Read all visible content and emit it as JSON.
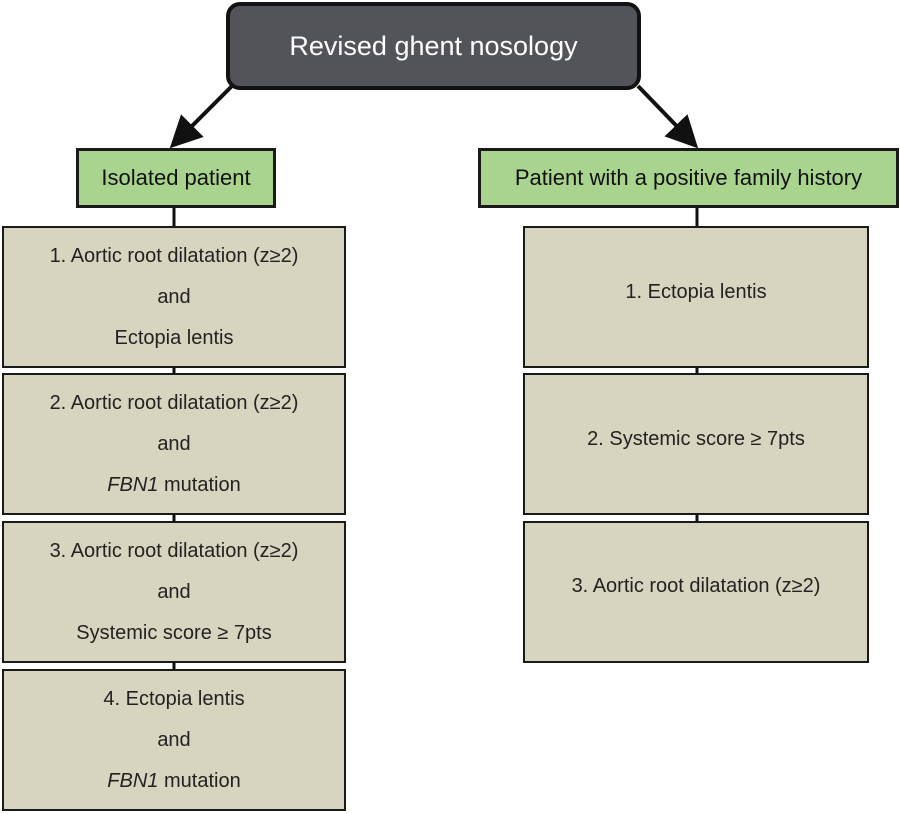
{
  "root": {
    "title": "Revised ghent nosology"
  },
  "branches": [
    {
      "label": "Isolated patient",
      "criteria": [
        {
          "lines": [
            "1. Aortic root dilatation (z≥2)",
            "and",
            "Ectopia lentis"
          ]
        },
        {
          "lines": [
            "2. Aortic root dilatation (z≥2)",
            "and",
            "mutation"
          ],
          "gene": "FBN1"
        },
        {
          "lines": [
            "3. Aortic root dilatation (z≥2)",
            "and",
            "Systemic score ≥ 7pts"
          ]
        },
        {
          "lines": [
            "4. Ectopia lentis",
            "and",
            "mutation"
          ],
          "gene": "FBN1"
        }
      ]
    },
    {
      "label": "Patient with a positive family history",
      "criteria": [
        {
          "lines": [
            "1. Ectopia lentis"
          ]
        },
        {
          "lines": [
            "2. Systemic score ≥ 7pts"
          ]
        },
        {
          "lines": [
            "3. Aortic root dilatation (z≥2)"
          ]
        }
      ]
    }
  ]
}
